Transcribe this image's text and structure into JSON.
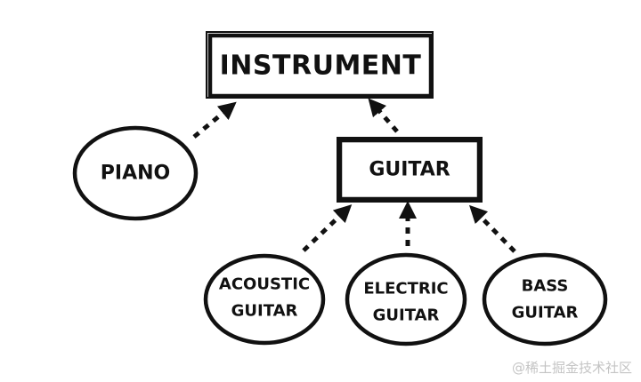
{
  "nodes": {
    "instrument": "INSTRUMENT",
    "piano": "PIANO",
    "guitar": "GUITAR",
    "acoustic": [
      "ACOUSTIC",
      "GUITAR"
    ],
    "electric": [
      "ELECTRIC",
      "GUITAR"
    ],
    "bass": [
      "BASS",
      "GUITAR"
    ]
  },
  "watermark": "@稀土掘金技术社区"
}
